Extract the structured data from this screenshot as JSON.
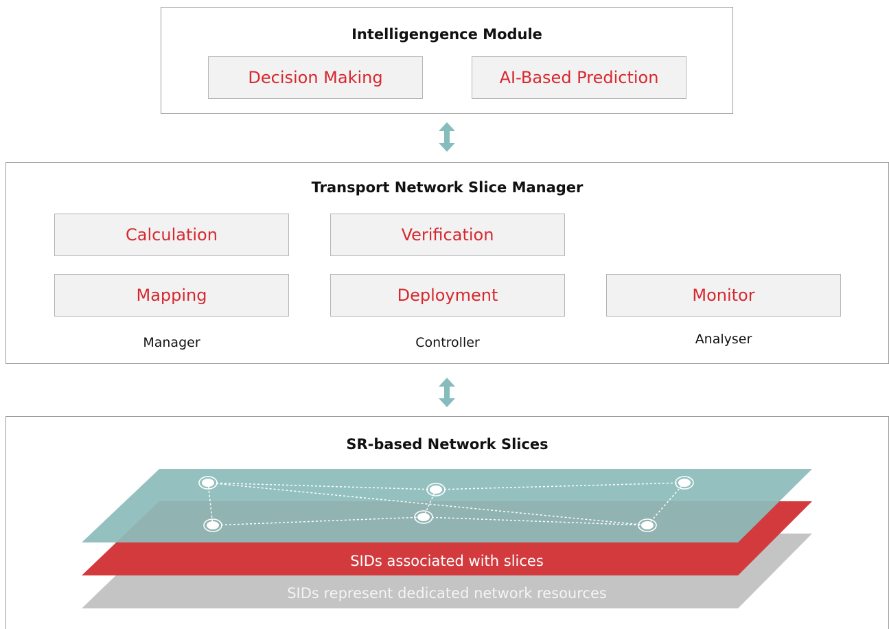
{
  "intelligence": {
    "title": "Intelligengence Module",
    "boxes": [
      "Decision Making",
      "AI-Based Prediction"
    ]
  },
  "manager": {
    "title": "Transport Network Slice Manager",
    "boxes": [
      "Calculation",
      "Verification",
      "Mapping",
      "Deployment",
      "Monitor"
    ],
    "captions": [
      "Manager",
      "Controller",
      "Analyser"
    ]
  },
  "slices": {
    "title": "SR-based Network Slices",
    "layer_red_label": "SIDs associated with slices",
    "layer_gray_label": "SIDs represent dedicated network resources"
  },
  "colors": {
    "accent_red": "#d7282f",
    "teal": "#8cbcbb",
    "arrow": "#86bcbb",
    "gray": "#c4c4c4"
  }
}
